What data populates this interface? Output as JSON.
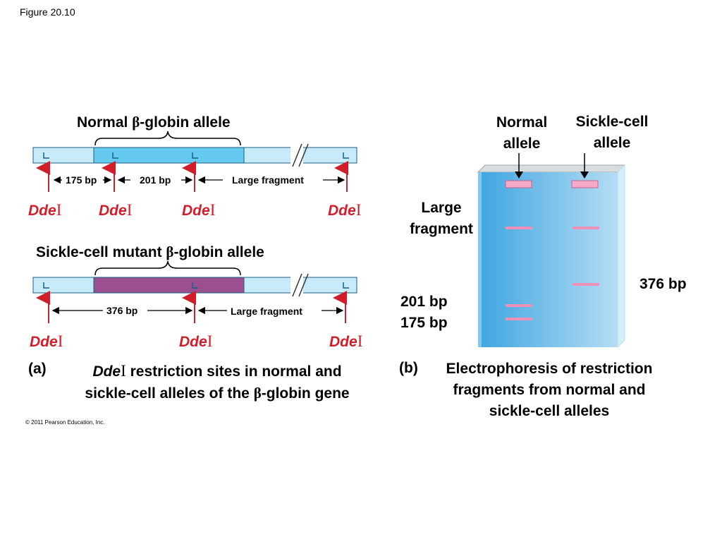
{
  "figure_label": "Figure 20.10",
  "copyright": "© 2011 Pearson Education, Inc.",
  "colors": {
    "normal_segment": "#66c9f0",
    "sickle_segment": "#9b4f8f",
    "strand": "#c7ebfa",
    "site_arrow": "#d21e2a",
    "gel_dark": "#4aaee3",
    "gel_light": "#a9d5f2",
    "band": "#f08fb8"
  },
  "panel_a": {
    "normal_title_prefix": "Normal ",
    "normal_title_beta": "β",
    "normal_title_suffix": "-globin allele",
    "sickle_title_prefix": "Sickle-cell mutant ",
    "sickle_title_beta": "β",
    "sickle_title_suffix": "-globin allele",
    "enzyme_italic": "Dde",
    "enzyme_roman": "I",
    "normal_fragments": [
      "175 bp",
      "201 bp",
      "Large fragment"
    ],
    "sickle_fragments": [
      "376 bp",
      "Large fragment"
    ],
    "caption_letter": "(a)",
    "caption_line1_italic": "Dde",
    "caption_line1_roman": "I",
    "caption_line1_rest": " restriction sites in normal and",
    "caption_line2_prefix": "sickle-cell alleles of the ",
    "caption_line2_beta": "β",
    "caption_line2_suffix": "-globin gene"
  },
  "panel_b": {
    "lane_normal_line1": "Normal",
    "lane_normal_line2": "allele",
    "lane_sickle_line1": "Sickle-cell",
    "lane_sickle_line2": "allele",
    "label_large_line1": "Large",
    "label_large_line2": "fragment",
    "label_376": "376 bp",
    "label_201": "201 bp",
    "label_175": "175 bp",
    "caption_letter": "(b)",
    "caption_line1": "Electrophoresis of restriction",
    "caption_line2": "fragments from normal and",
    "caption_line3": "sickle-cell alleles"
  }
}
